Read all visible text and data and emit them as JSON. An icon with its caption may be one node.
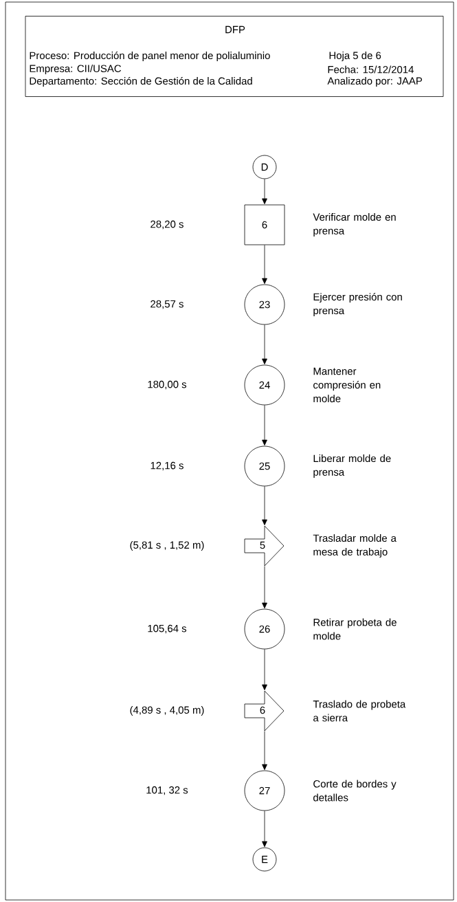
{
  "diagram": {
    "nodes": [
      {
        "text": [
          "DFP",
          "Proceso: Producción de panel menor de polialuminio",
          "Empresa: CII/USAC",
          "Departamento: Sección de Gestión de la Calidad",
          "Hoja 5 de 6",
          "Fecha: 15/12/2014",
          "Analizado por: JAAP"
        ]
      },
      {
        "text": [
          "D"
        ]
      },
      {
        "text": [
          "6"
        ],
        "beside": [
          "Verificar molde en prensa"
        ]
      },
      {
        "text": [
          "23"
        ],
        "beside": [
          "Ejercer presión con prensa"
        ]
      },
      {
        "text": [
          "24"
        ],
        "beside": [
          "Mantener compresión en molde"
        ]
      },
      {
        "text": [
          "25"
        ],
        "beside": [
          "Liberar molde de prensa"
        ]
      },
      {
        "text": [
          "5"
        ],
        "beside": [
          "Trasladar molde a mesa de trabajo"
        ]
      },
      {
        "text": [
          "26"
        ],
        "beside": [
          "Retirar probeta de molde"
        ]
      },
      {
        "text": [
          "6"
        ],
        "beside": [
          "Traslado de probeta a sierra"
        ]
      },
      {
        "text": [
          "27"
        ],
        "beside": [
          "Corte de bordes y detalles"
        ]
      },
      {
        "text": [
          "E"
        ]
      }
    ],
    "edges": [
      {
        "from": 1,
        "to": 2,
        "arrow": "to"
      },
      {
        "from": 2,
        "to": 3,
        "arrow": "to"
      },
      {
        "from": 3,
        "to": 4,
        "arrow": "to"
      },
      {
        "from": 4,
        "to": 5,
        "arrow": "to"
      },
      {
        "from": 5,
        "to": 6,
        "arrow": "to"
      },
      {
        "from": 6,
        "to": 7,
        "arrow": "to"
      },
      {
        "from": 7,
        "to": 8,
        "arrow": "to"
      },
      {
        "from": 8,
        "to": 9,
        "arrow": "to"
      },
      {
        "from": 9,
        "to": 10,
        "arrow": "to"
      }
    ],
    "labels": [
      "28,20 s",
      "28,57 s",
      "180,00 s",
      "12,16 s",
      "(5,81 s , 1,52 m)",
      "105,64 s",
      "(4,89 s , 4,05 m)",
      "101, 32 s"
    ]
  }
}
